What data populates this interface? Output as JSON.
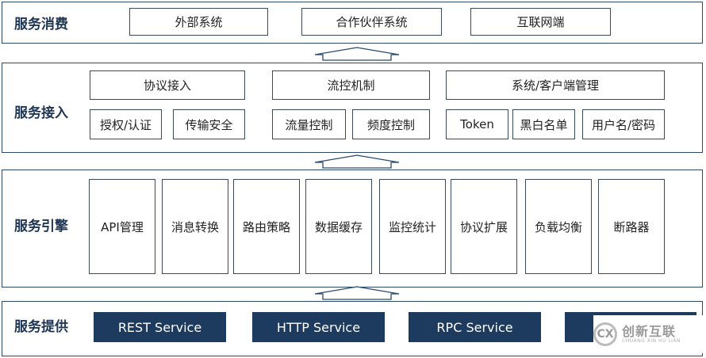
{
  "layers": {
    "consume": {
      "title": "服务消费",
      "items": [
        "外部系统",
        "合作伙伴系统",
        "互联网端"
      ]
    },
    "access": {
      "title": "服务接入",
      "groups": [
        {
          "title": "协议接入",
          "items": [
            "授权/认证",
            "传输安全"
          ]
        },
        {
          "title": "流控机制",
          "items": [
            "流量控制",
            "频度控制"
          ]
        },
        {
          "title": "系统/客户端管理",
          "items": [
            "Token",
            "黑白名单",
            "用户名/密码"
          ]
        }
      ]
    },
    "engine": {
      "title": "服务引擎",
      "items": [
        "API管理",
        "消息转换",
        "路由策略",
        "数据缓存",
        "监控统计",
        "协议扩展",
        "负载均衡",
        "断路器"
      ]
    },
    "provide": {
      "title": "服务提供",
      "items": [
        "REST Service",
        "HTTP Service",
        "RPC Service"
      ]
    }
  },
  "watermark": {
    "logo": "CX",
    "name_cn": "创新互联",
    "name_en": "CHUANG XIN HU LIAN"
  },
  "colors": {
    "border": "#2b4a6b",
    "service_fill": "#1d3a5f",
    "arrow_fill": "#ffffff"
  }
}
